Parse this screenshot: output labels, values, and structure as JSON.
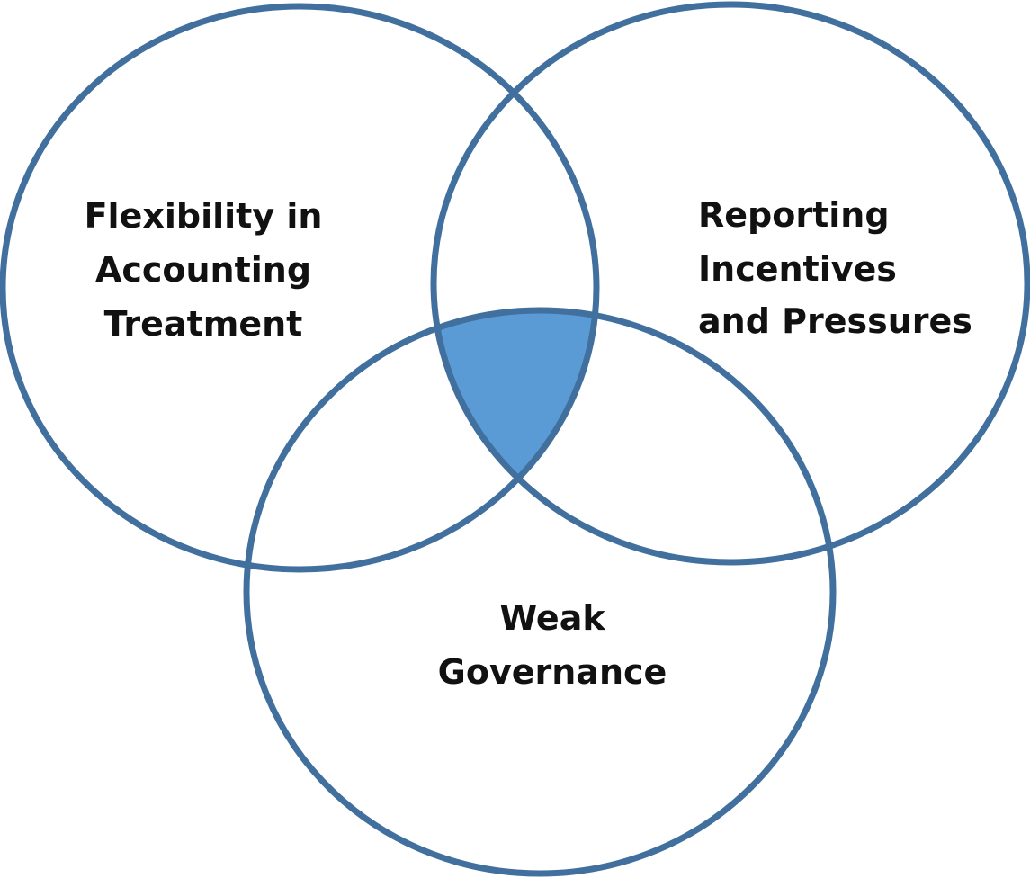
{
  "diagram": {
    "type": "venn",
    "colors": {
      "outline": "#41709e",
      "overlap_fill": "#5b9bd5",
      "text": "#111111",
      "background": "#ffffff"
    },
    "sets": [
      {
        "id": "flexibility",
        "lines": [
          "Flexibility in",
          "Accounting",
          "Treatment"
        ]
      },
      {
        "id": "incentives",
        "lines": [
          "Reporting",
          "Incentives",
          "and Pressures"
        ]
      },
      {
        "id": "governance",
        "lines": [
          "Weak",
          "Governance"
        ]
      }
    ],
    "highlighted_region": "all-three-overlap"
  }
}
